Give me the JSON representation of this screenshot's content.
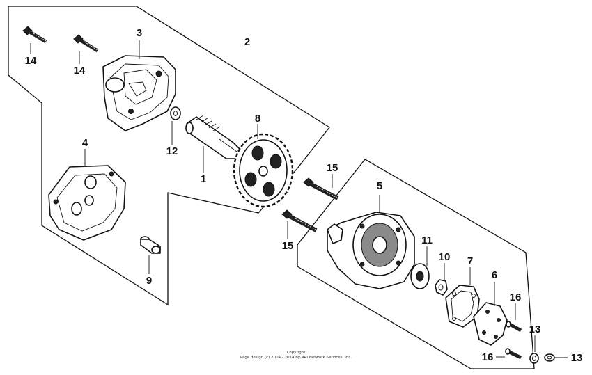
{
  "copyright": {
    "line1": "Copyright",
    "line2": "Page design (c) 2004 - 2014 by ARI Network Services, Inc."
  },
  "part_labels": {
    "p1": "1",
    "p2": "2",
    "p3": "3",
    "p4": "4",
    "p5": "5",
    "p6": "6",
    "p7": "7",
    "p8": "8",
    "p9": "9",
    "p10": "10",
    "p11": "11",
    "p12": "12",
    "p13a": "13",
    "p13b": "13",
    "p14a": "14",
    "p14b": "14",
    "p15a": "15",
    "p15b": "15",
    "p16a": "16",
    "p16b": "16"
  }
}
